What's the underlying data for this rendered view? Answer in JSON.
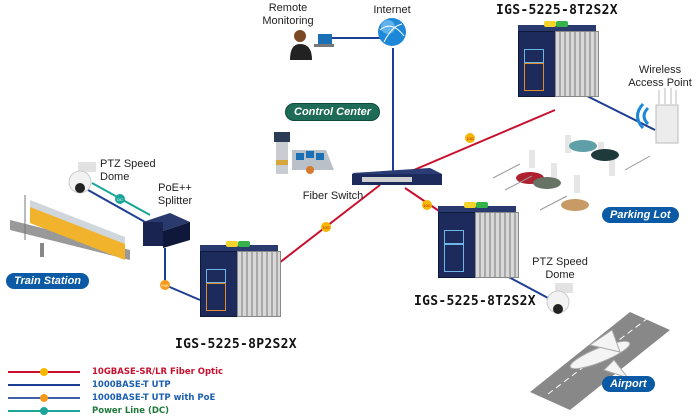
{
  "labels": {
    "remote_monitoring": "Remote\nMonitoring",
    "internet": "Internet",
    "control_center": "Control Center",
    "fiber_switch": "Fiber Switch",
    "ptz_left": "PTZ Speed\nDome",
    "poe_splitter": "PoE++\nSplitter",
    "train_station": "Train Station",
    "wireless_ap": "Wireless\nAccess Point",
    "parking_lot": "Parking Lot",
    "ptz_right": "PTZ Speed\nDome",
    "airport": "Airport"
  },
  "models": {
    "top_right": "IGS-5225-8T2S2X",
    "middle_right": "IGS-5225-8T2S2X",
    "bottom_left": "IGS-5225-8P2S2X"
  },
  "link_badges": {
    "fiber": "10G",
    "poe": "PoE",
    "dc": "DC"
  },
  "legend": [
    {
      "label": "10GBASE-SR/LR Fiber Optic",
      "color": "#c8102e",
      "dot": "#f5b800",
      "has_dot": true
    },
    {
      "label": "1000BASE-T UTP",
      "color": "#1c3f94",
      "dot": "",
      "has_dot": false
    },
    {
      "label": "1000BASE-T UTP with PoE",
      "color": "#3f5fa8",
      "dot": "#f59a1b",
      "has_dot": true
    },
    {
      "label": "Power Line (DC)",
      "color": "#1aa59a",
      "dot": "#1aa59a",
      "has_dot": true
    }
  ],
  "colors": {
    "fiber": "#c8102e",
    "utp": "#1c3f94",
    "poe": "#3f5fa8",
    "dc": "#1aa59a",
    "pill_blue": "#0a5aa6",
    "pill_green": "#1e6b58"
  }
}
